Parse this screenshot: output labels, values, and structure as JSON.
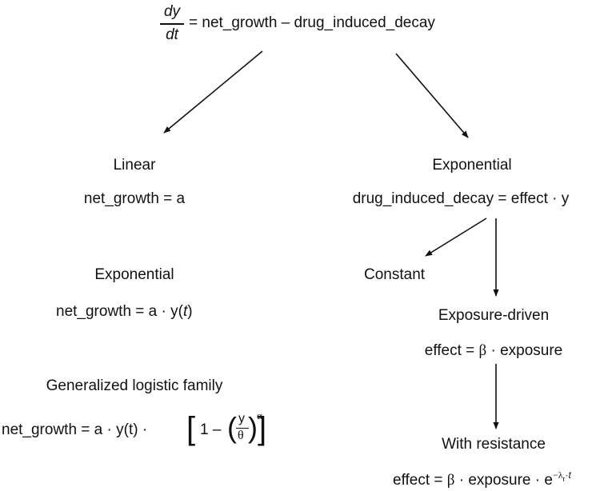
{
  "top": {
    "frac_num": "dy",
    "frac_den": "dt",
    "rhs": "= net_growth – drug_induced_decay"
  },
  "left": {
    "linear": {
      "title": "Linear",
      "eq": "net_growth = a"
    },
    "exponential": {
      "title": "Exponential",
      "eq_prefix": "net_growth = a · y(",
      "eq_t": "t",
      "eq_suffix": ")"
    },
    "logistic": {
      "title": "Generalized logistic family",
      "eq_prefix": "net_growth = a · y(t) ·",
      "open_bracket": "[",
      "one_minus": "1 –",
      "open_paren": "(",
      "y": "y",
      "theta": "θ",
      "close_paren": ")",
      "alpha": "α",
      "close_bracket": "]"
    }
  },
  "right": {
    "exponential": {
      "title": "Exponential",
      "eq": "drug_induced_decay = effect · y"
    },
    "constant": {
      "title": "Constant"
    },
    "exposure": {
      "title": "Exposure-driven",
      "eq_prefix": "effect = ",
      "beta": "β",
      "eq_suffix": " · exposure"
    },
    "resistance": {
      "title": "With resistance",
      "eq_prefix": "effect = ",
      "beta": "β",
      "eq_mid": " · exposure · e",
      "exp_sup": "−λ",
      "exp_sub": "r",
      "exp_t": "t"
    }
  }
}
